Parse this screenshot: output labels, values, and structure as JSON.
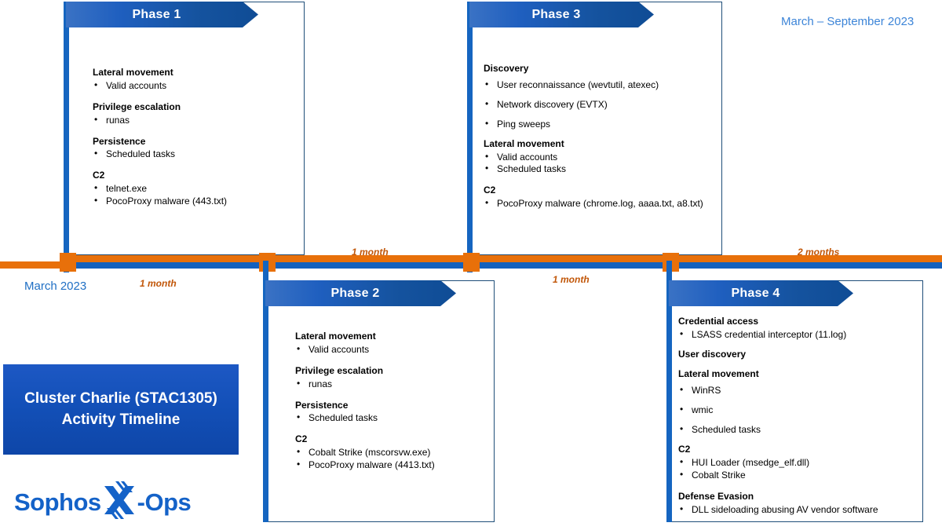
{
  "header": {
    "date_range": "March – September 2023"
  },
  "title_card": {
    "line1": "Cluster Charlie (STAC1305)",
    "line2": "Activity Timeline"
  },
  "logo": {
    "prefix": "Sophos",
    "mark": "X",
    "suffix": "-Ops"
  },
  "timeline": {
    "start_label": "March 2023",
    "intervals": [
      {
        "label": "1 month",
        "position": "below"
      },
      {
        "label": "1 month",
        "position": "above"
      },
      {
        "label": "1 month",
        "position": "below"
      },
      {
        "label": "2 months",
        "position": "above"
      }
    ],
    "colors": {
      "line_blue": "#1461bd",
      "line_orange": "#e8700a",
      "marker": "#e8700a",
      "start_text": "#1f6fc4",
      "interval_text": "#c15608",
      "range_text": "#3d85d8"
    }
  },
  "phases": [
    {
      "id": "phase-1",
      "banner": "Phase 1",
      "groups": [
        {
          "heading": "Lateral movement",
          "items": [
            "Valid accounts"
          ]
        },
        {
          "heading": "Privilege escalation",
          "items": [
            "runas"
          ]
        },
        {
          "heading": "Persistence",
          "items": [
            "Scheduled tasks"
          ]
        },
        {
          "heading": "C2",
          "items": [
            "telnet.exe",
            "PocoProxy malware (443.txt)"
          ]
        }
      ]
    },
    {
      "id": "phase-2",
      "banner": "Phase 2",
      "groups": [
        {
          "heading": "Lateral movement",
          "items": [
            "Valid accounts"
          ]
        },
        {
          "heading": "Privilege escalation",
          "items": [
            "runas"
          ]
        },
        {
          "heading": "Persistence",
          "items": [
            "Scheduled tasks"
          ]
        },
        {
          "heading": "C2",
          "items": [
            "Cobalt Strike (mscorsvw.exe)",
            "PocoProxy malware (4413.txt)"
          ]
        }
      ]
    },
    {
      "id": "phase-3",
      "banner": "Phase 3",
      "groups": [
        {
          "heading": "Discovery",
          "items": [
            "User reconnaissance (wevtutil, atexec)",
            "Network discovery (EVTX)",
            "Ping sweeps"
          ]
        },
        {
          "heading": "Lateral movement",
          "items": [
            "Valid accounts",
            "Scheduled tasks"
          ]
        },
        {
          "heading": "C2",
          "items": [
            "PocoProxy malware (chrome.log, aaaa.txt, a8.txt)"
          ]
        }
      ]
    },
    {
      "id": "phase-4",
      "banner": "Phase 4",
      "groups": [
        {
          "heading": "Credential access",
          "items": [
            "LSASS credential interceptor (11.log)"
          ]
        },
        {
          "heading": "User discovery",
          "items": []
        },
        {
          "heading": "Lateral movement",
          "items": [
            "WinRS",
            "wmic",
            "Scheduled tasks"
          ]
        },
        {
          "heading": "C2",
          "items": [
            "HUI Loader (msedge_elf.dll)",
            "Cobalt Strike"
          ]
        },
        {
          "heading": "Defense Evasion",
          "items": [
            "DLL sideloading abusing AV vendor software"
          ]
        }
      ]
    }
  ]
}
